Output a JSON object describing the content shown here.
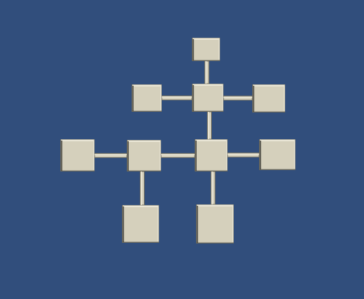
{
  "scene": {
    "background_color": "#314e7c",
    "room_color": "#d5d0bc",
    "room_edge_light": "#ece8d8",
    "room_edge_dark": "#6d6a5c",
    "corridor_color": "#d8d3bf",
    "rooms": [
      {
        "id": "room-top"
      },
      {
        "id": "room-mid-left"
      },
      {
        "id": "room-mid-center"
      },
      {
        "id": "room-mid-right"
      },
      {
        "id": "room-far-left"
      },
      {
        "id": "room-left"
      },
      {
        "id": "room-center"
      },
      {
        "id": "room-right"
      },
      {
        "id": "room-bottom-left"
      },
      {
        "id": "room-bottom-right"
      }
    ],
    "corridors": [
      {
        "id": "corridor-top-to-mid-center",
        "from": "room-top",
        "to": "room-mid-center"
      },
      {
        "id": "corridor-mid-left-to-mid-center",
        "from": "room-mid-left",
        "to": "room-mid-center"
      },
      {
        "id": "corridor-mid-center-to-mid-right",
        "from": "room-mid-center",
        "to": "room-mid-right"
      },
      {
        "id": "corridor-mid-center-to-center",
        "from": "room-mid-center",
        "to": "room-center"
      },
      {
        "id": "corridor-far-left-to-left",
        "from": "room-far-left",
        "to": "room-left"
      },
      {
        "id": "corridor-left-to-center",
        "from": "room-left",
        "to": "room-center"
      },
      {
        "id": "corridor-center-to-right",
        "from": "room-center",
        "to": "room-right"
      },
      {
        "id": "corridor-left-to-bottom-left",
        "from": "room-left",
        "to": "room-bottom-left"
      },
      {
        "id": "corridor-center-to-bottom-right",
        "from": "room-center",
        "to": "room-bottom-right"
      }
    ]
  }
}
